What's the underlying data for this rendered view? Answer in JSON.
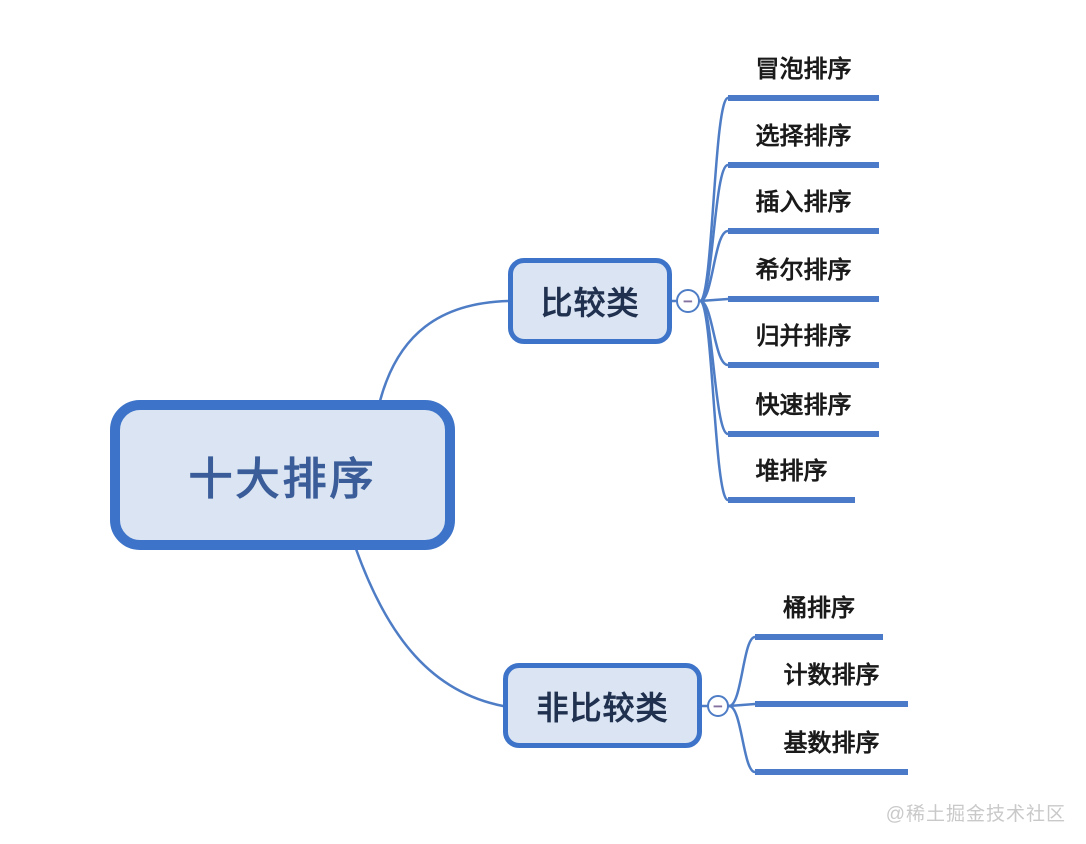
{
  "root": {
    "label": "十大排序"
  },
  "branches": [
    {
      "label": "比较类",
      "collapse_glyph": "−",
      "children": [
        "冒泡排序",
        "选择排序",
        "插入排序",
        "希尔排序",
        "归并排序",
        "快速排序",
        "堆排序"
      ]
    },
    {
      "label": "非比较类",
      "collapse_glyph": "−",
      "children": [
        "桶排序",
        "计数排序",
        "基数排序"
      ]
    }
  ],
  "watermark": "@稀土掘金技术社区",
  "colors": {
    "node_border": "#3d74c9",
    "node_fill": "#dae4f2",
    "connector_line": "#4e7dc6",
    "leaf_underline": "#4b7bc8",
    "root_text": "#3a5c99",
    "branch_text": "#20304f",
    "leaf_text": "#1a1a1a",
    "collapse_minus": "#84719f",
    "watermark_text": "#c9c9c9"
  }
}
